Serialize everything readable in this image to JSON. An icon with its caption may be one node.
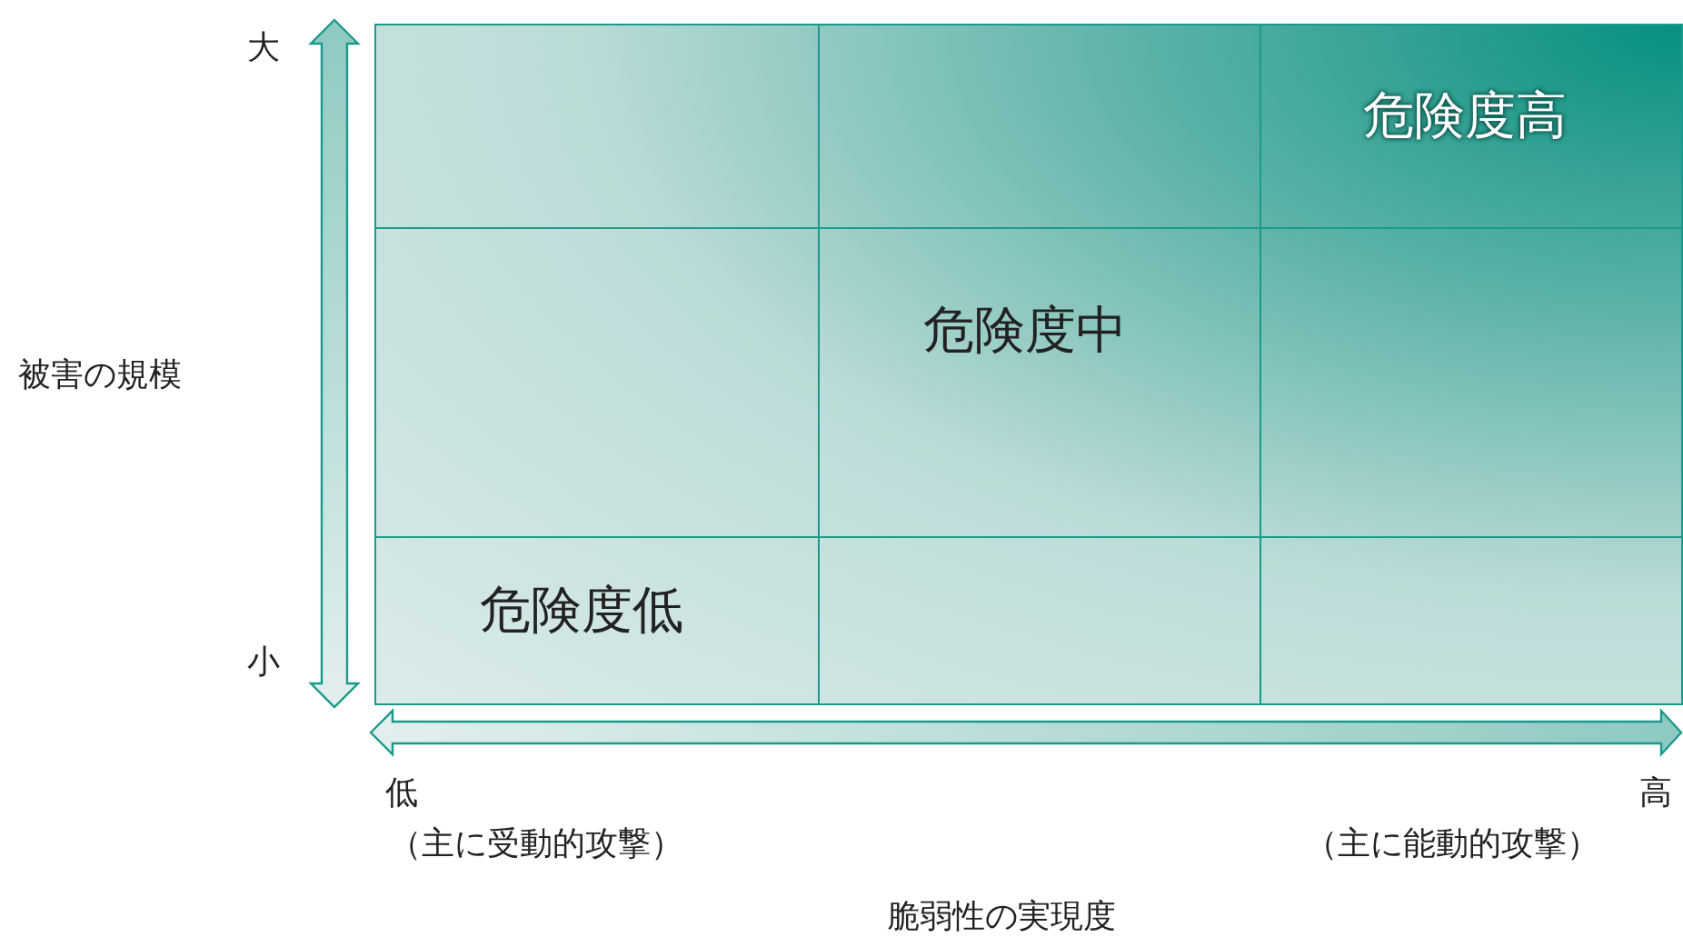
{
  "diagram": {
    "labels": [
      "大",
      "小",
      "被害の規模",
      "危険度高",
      "危険度中",
      "危険度低",
      "低",
      "（主に受動的攻撃）",
      "高",
      "（主に能動的攻撃）",
      "脆弱性の実現度"
    ]
  }
}
